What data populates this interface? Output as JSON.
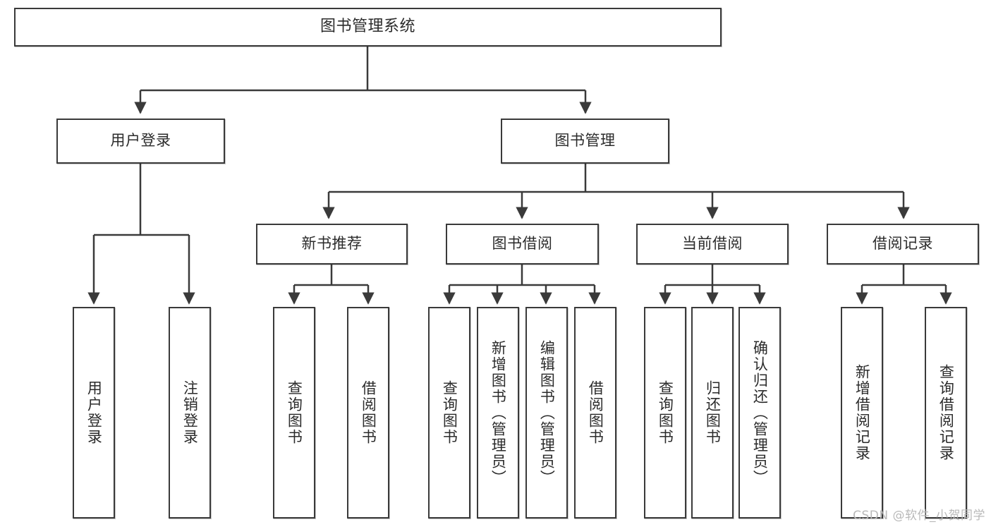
{
  "diagram": {
    "title": "图书管理系统",
    "watermark": "CSDN @软件_小贺同学",
    "accent_color": "#3a3a3a",
    "background_color": "#ffffff",
    "text_color": "#2b2b2b",
    "root": {
      "label": "图书管理系统"
    },
    "level2": [
      {
        "label": "用户登录"
      },
      {
        "label": "图书管理"
      }
    ],
    "level3": [
      {
        "label": "新书推荐"
      },
      {
        "label": "图书借阅"
      },
      {
        "label": "当前借阅"
      },
      {
        "label": "借阅记录"
      }
    ],
    "leaves": {
      "user_login": [
        {
          "label": "用户登录"
        },
        {
          "label": "注销登录"
        }
      ],
      "new_book_recommend": [
        {
          "label": "查询图书"
        },
        {
          "label": "借阅图书"
        }
      ],
      "book_borrow": [
        {
          "label": "查询图书"
        },
        {
          "label": "新增图书（管理员）"
        },
        {
          "label": "编辑图书（管理员）"
        },
        {
          "label": "借阅图书"
        }
      ],
      "current_borrow": [
        {
          "label": "查询图书"
        },
        {
          "label": "归还图书"
        },
        {
          "label": "确认归还（管理员）"
        }
      ],
      "borrow_record": [
        {
          "label": "新增借阅记录"
        },
        {
          "label": "查询借阅记录"
        }
      ]
    }
  }
}
